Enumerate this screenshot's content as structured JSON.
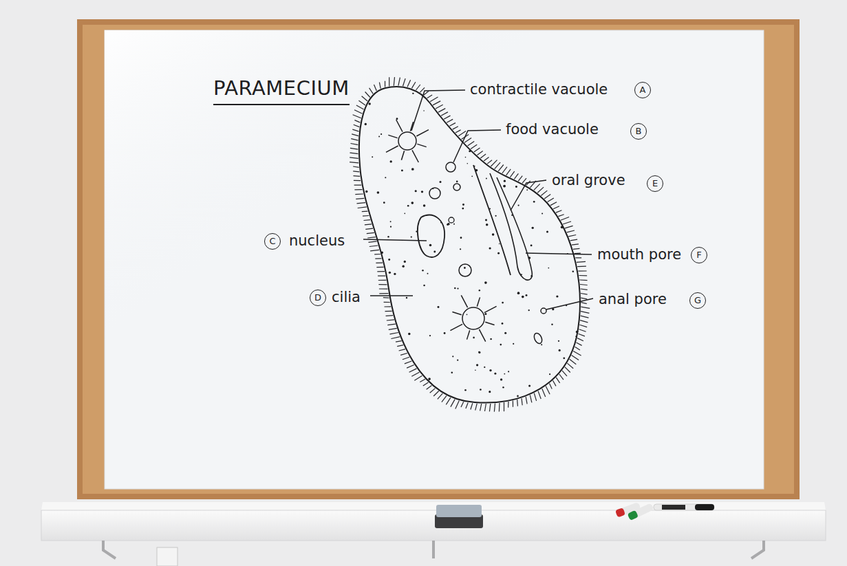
{
  "diagram": {
    "title": "PARAMECIUM",
    "labels": [
      "contractile vacuole",
      "A",
      "food vacuole",
      "B",
      "oral grove",
      "E",
      "C",
      "nucleus",
      "mouth pore",
      "F",
      "D",
      "cilia",
      "anal pore",
      "G"
    ]
  }
}
